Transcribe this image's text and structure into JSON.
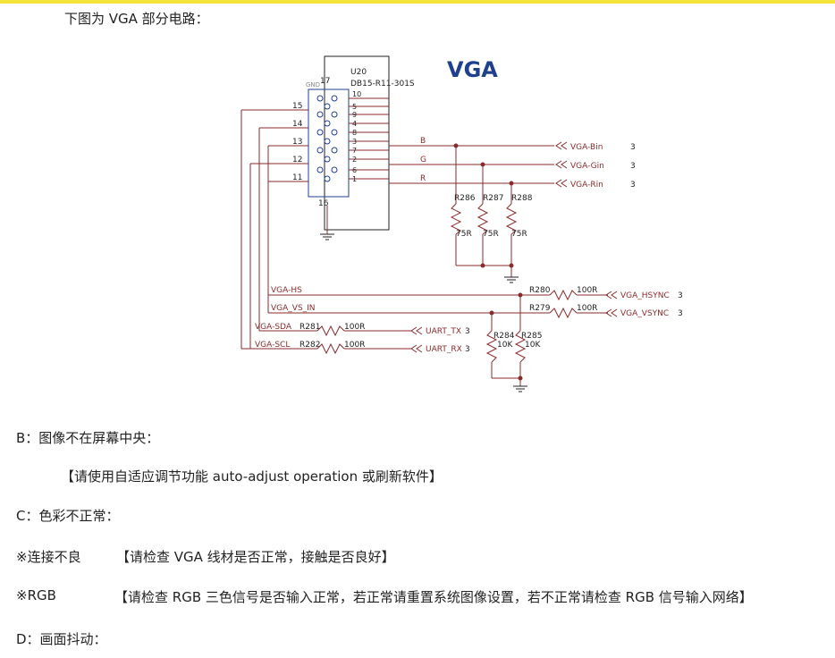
{
  "intro": "下图为 VGA 部分电路：",
  "schematic": {
    "title": "VGA",
    "ref": "U20",
    "part": "DB15-R11-301S",
    "pin_left": [
      "15",
      "14",
      "13",
      "12",
      "11"
    ],
    "pin_mid": [
      "10",
      "5",
      "9",
      "4",
      "8",
      "3",
      "7",
      "2",
      "6",
      "1"
    ],
    "pin_top": "17",
    "pin_bottom": "16",
    "gnd_tag": "GND",
    "sig_b": "B",
    "sig_g": "G",
    "sig_r": "R",
    "net_bin": "VGA-Bin",
    "net_gin": "VGA-Gin",
    "net_rin": "VGA-Rin",
    "sheet_num": "3",
    "r286": "R286",
    "r287": "R287",
    "r288": "R288",
    "val_75r": "75R",
    "vga_hs": "VGA-HS",
    "vga_vs_in": "VGA_VS_IN",
    "r280": "R280",
    "r279": "R279",
    "val_100r": "100R",
    "net_hsync": "VGA_HSYNC",
    "net_vsync": "VGA_VSYNC",
    "vga_sda": "VGA-SDA",
    "vga_scl": "VGA-SCL",
    "r281": "R281",
    "r282": "R282",
    "net_uart_tx": "UART_TX",
    "net_uart_rx": "UART_RX",
    "r284": "R284",
    "r285": "R285",
    "val_10k": "10K"
  },
  "text": {
    "line1": "B：图像不在屏幕中央：",
    "line2": "【请使用自适应调节功能 auto-adjust operation 或刷新软件】",
    "line3": "C：色彩不正常：",
    "line4_label": "※连接不良",
    "line4_body": "【请检查 VGA 线材是否正常，接触是否良好】",
    "line5_label": "※RGB",
    "line5_body": "【请检查 RGB 三色信号是否输入正常，若正常请重置系统图像设置，若不正常请检查 RGB 信号输入网络】",
    "line6": "D：画面抖动："
  }
}
